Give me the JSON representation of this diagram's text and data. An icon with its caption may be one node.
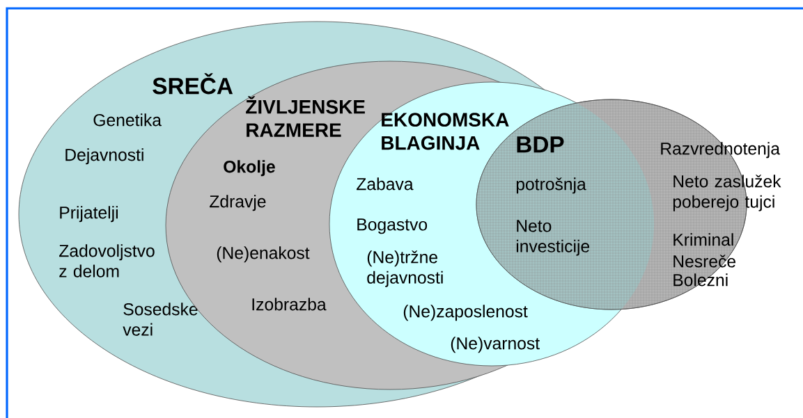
{
  "diagram": {
    "nodes": [
      {
        "text": [
          "SREČA",
          "Genetika",
          "Dejavnosti",
          "Prijatelji",
          "Zadovoljstvo z delom",
          "Sosedske vezi"
        ]
      },
      {
        "text": [
          "ŽIVLJENSKE RAZMERE",
          "Okolje",
          "Zdravje",
          "(Ne)enakost",
          "Izobrazba"
        ],
        "in": 0
      },
      {
        "text": [
          "EKONOMSKA BLAGINJA",
          "Zabava",
          "Bogastvo",
          "(Ne)tržne dejavnosti",
          "(Ne)zaposlenost",
          "(Ne)varnost"
        ],
        "in": 1
      },
      {
        "text": [
          "BDP",
          "potrošnja",
          "Neto investicije",
          "Razvrednotenja",
          "Neto zaslužek poberejo tujci",
          "Kriminal",
          "Nesreče",
          "Bolezni"
        ]
      }
    ]
  }
}
